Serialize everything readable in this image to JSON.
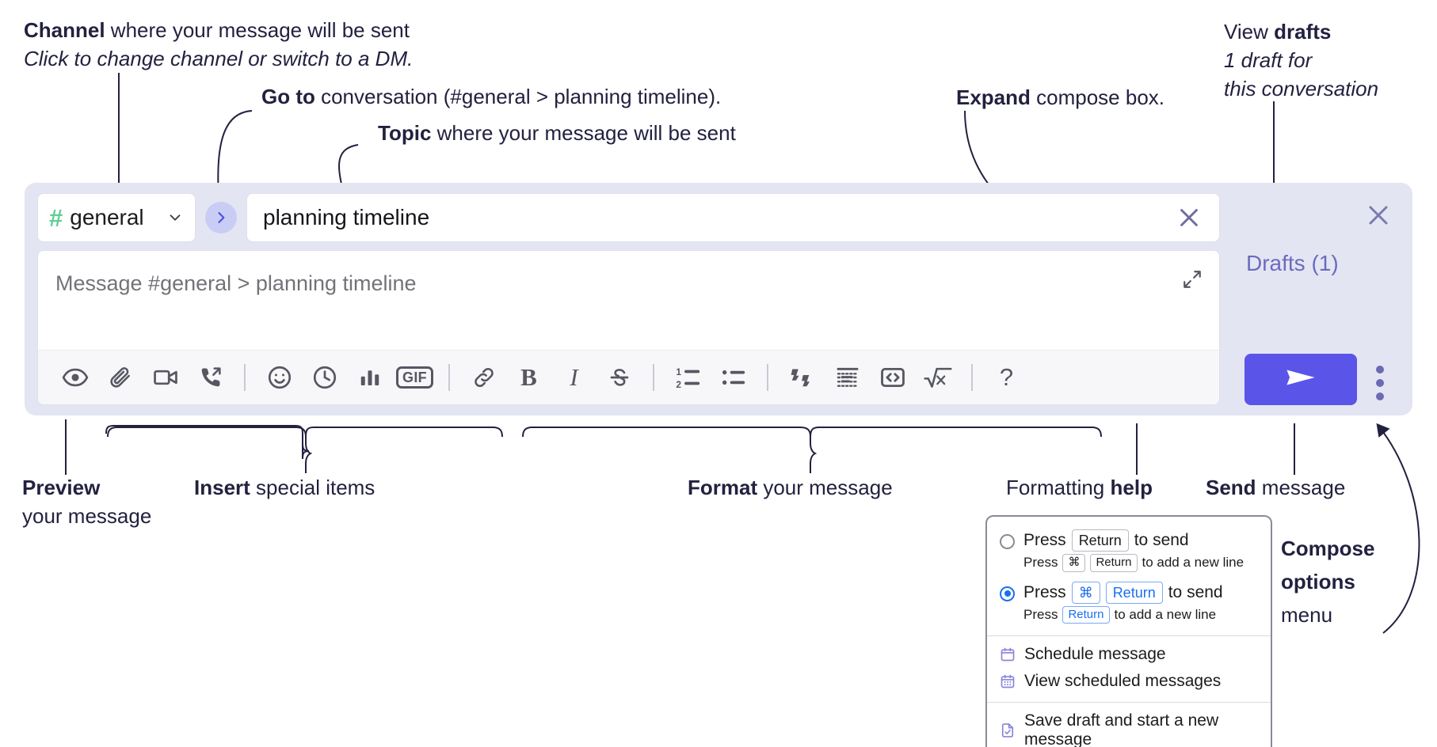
{
  "annotations": {
    "channel": {
      "bold": "Channel",
      "rest": " where your message will be sent",
      "italic": "Click to change channel or switch to a DM."
    },
    "goto": {
      "bold": "Go to",
      "rest": " conversation (#general > planning timeline)."
    },
    "topic": {
      "bold": "Topic",
      "rest": " where your message will be sent"
    },
    "expand": {
      "bold": "Expand",
      "rest": " compose box."
    },
    "drafts": {
      "lead": "View ",
      "bold": "drafts",
      "italic1": "1 draft for",
      "italic2": "this conversation"
    },
    "preview": {
      "bold": "Preview",
      "rest": "your message"
    },
    "insert": {
      "bold": "Insert",
      "rest": " special items"
    },
    "format": {
      "bold": "Format",
      "rest": " your message"
    },
    "help": {
      "lead": "Formatting ",
      "bold": "help"
    },
    "send": {
      "bold": "Send",
      "rest": " message"
    },
    "compose_options": {
      "bold1": "Compose",
      "bold2": "options",
      "rest": "menu"
    }
  },
  "compose": {
    "channel_selector": {
      "icon": "hash-icon",
      "name": "general",
      "chevron": "chevron-down-icon"
    },
    "go_to_conversation": {
      "icon": "chevron-right-icon"
    },
    "topic_field": {
      "value": "planning timeline",
      "clear_icon": "close-x-icon"
    },
    "message_input": {
      "placeholder": "Message #general > planning timeline",
      "expand_icon": "expand-arrows-icon"
    },
    "close_icon": "close-x-icon",
    "drafts_label": "Drafts (1)",
    "send_button": {
      "icon": "send-paper-plane-icon"
    },
    "kebab": {
      "icon": "more-vertical-icon"
    },
    "toolbar": [
      {
        "name": "preview-message",
        "icon": "eye-icon",
        "label": ""
      },
      {
        "name": "attach-file",
        "icon": "paperclip-icon",
        "label": ""
      },
      {
        "name": "record-video-clip",
        "icon": "video-camera-icon",
        "label": ""
      },
      {
        "name": "record-audio-clip",
        "icon": "phone-arrow-icon",
        "label": ""
      },
      {
        "name": "separator-1",
        "icon": "separator",
        "label": ""
      },
      {
        "name": "emoji",
        "icon": "smiley-icon",
        "label": ""
      },
      {
        "name": "reminder",
        "icon": "clock-icon",
        "label": ""
      },
      {
        "name": "poll",
        "icon": "bar-chart-icon",
        "label": ""
      },
      {
        "name": "gif",
        "icon": "gif-icon",
        "label": "GIF"
      },
      {
        "name": "separator-2",
        "icon": "separator",
        "label": ""
      },
      {
        "name": "link",
        "icon": "link-icon",
        "label": ""
      },
      {
        "name": "bold",
        "icon": "bold-icon",
        "label": "B"
      },
      {
        "name": "italic",
        "icon": "italic-icon",
        "label": "I"
      },
      {
        "name": "strikethrough",
        "icon": "strikethrough-icon",
        "label": ""
      },
      {
        "name": "separator-3",
        "icon": "separator",
        "label": ""
      },
      {
        "name": "ordered-list",
        "icon": "ordered-list-icon",
        "label": ""
      },
      {
        "name": "bulleted-list",
        "icon": "bulleted-list-icon",
        "label": ""
      },
      {
        "name": "separator-4",
        "icon": "separator",
        "label": ""
      },
      {
        "name": "blockquote",
        "icon": "quote-icon",
        "label": ""
      },
      {
        "name": "code-block",
        "icon": "code-block-icon",
        "label": ""
      },
      {
        "name": "inline-code",
        "icon": "code-brackets-icon",
        "label": ""
      },
      {
        "name": "latex",
        "icon": "square-root-x-icon",
        "label": ""
      },
      {
        "name": "separator-5",
        "icon": "separator",
        "label": ""
      },
      {
        "name": "formatting-help",
        "icon": "question-mark-icon",
        "label": "?"
      }
    ]
  },
  "menu": {
    "options": [
      {
        "selected": false,
        "main_prefix": "Press",
        "main_keys": [
          "Return"
        ],
        "main_suffix": "to send",
        "sub_prefix": "Press",
        "sub_keys": [
          "⌘",
          "Return"
        ],
        "sub_suffix": "to add a new line"
      },
      {
        "selected": true,
        "main_prefix": "Press",
        "main_keys": [
          "⌘",
          "Return"
        ],
        "main_suffix": "to send",
        "sub_prefix": "Press",
        "sub_keys": [
          "Return"
        ],
        "sub_suffix": "to add a new line"
      }
    ],
    "items": [
      {
        "icon": "calendar-icon",
        "label": "Schedule message"
      },
      {
        "icon": "calendar-grid-icon",
        "label": "View scheduled messages"
      },
      {
        "icon": "file-check-icon",
        "label": "Save draft and start a new message"
      }
    ]
  },
  "colors": {
    "compose_bg": "#e4e5f2",
    "send_purple": "#5b54e8",
    "hash_green": "#5fcf95",
    "drafts_purple": "#6b6bbf",
    "go_btn_bg": "#c9cdf5",
    "radio_blue": "#1a6ff0"
  }
}
